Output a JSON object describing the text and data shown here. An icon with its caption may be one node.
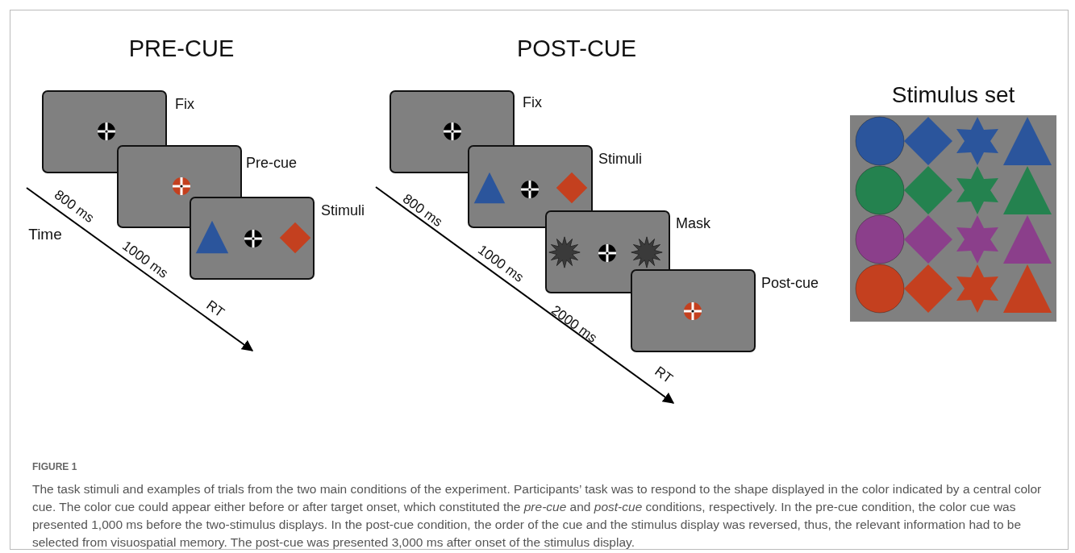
{
  "diagram": {
    "caption": "The task stimuli and examples of trials from the two main conditions of the experiment. Participants’ task was to respond to the shape displayed in the color indicated by a central color cue. The color cue could appear either before or after target onset, which constituted the *pre-cue* and *post-cue* conditions, respectively. In the pre-cue condition, the color cue was presented 1,000 ms before the two-stimulus displays. In the post-cue condition, the order of the cue and the stimulus display was reversed, thus, the relevant information had to be selected from visuospatial memory. The post-cue was presented 3,000 ms after onset of the stimulus display.",
    "nodes": [
      {
        "text": [
          "Fix"
        ]
      },
      {
        "text": [
          "Pre-cue"
        ]
      },
      {
        "text": [
          "Stimuli"
        ]
      },
      {
        "text": [
          "Fix"
        ]
      },
      {
        "text": [
          "Stimuli"
        ]
      },
      {
        "text": [
          "Mask"
        ]
      },
      {
        "text": [
          "Post-cue"
        ]
      },
      {
        "text": [
          "Stimulus set"
        ]
      }
    ],
    "edges": [],
    "labels": [
      "PRE-CUE",
      "POST-CUE",
      "800 ms",
      "1000 ms",
      "RT",
      "Time",
      "800 ms",
      "1000 ms",
      "2000 ms",
      "RT",
      "FIGURE 1"
    ]
  }
}
